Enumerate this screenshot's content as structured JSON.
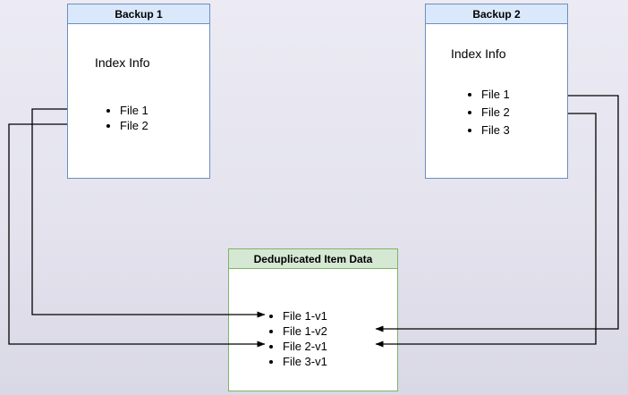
{
  "diagram": {
    "backup1": {
      "title": "Backup 1",
      "subtitle": "Index Info",
      "items": [
        "File 1",
        "File 2"
      ]
    },
    "backup2": {
      "title": "Backup 2",
      "subtitle": "Index Info",
      "items": [
        "File 1",
        "File 2",
        "File 3"
      ]
    },
    "dedup": {
      "title": "Deduplicated Item Data",
      "items": [
        "File 1-v1",
        "File 1-v2",
        "File 2-v1",
        "File 3-v1"
      ]
    },
    "colors": {
      "backup_header_fill": "#dae8fc",
      "backup_border": "#6c8ebf",
      "dedup_header_fill": "#d5e8d4",
      "dedup_border": "#82b366",
      "arrow": "#000000"
    }
  }
}
